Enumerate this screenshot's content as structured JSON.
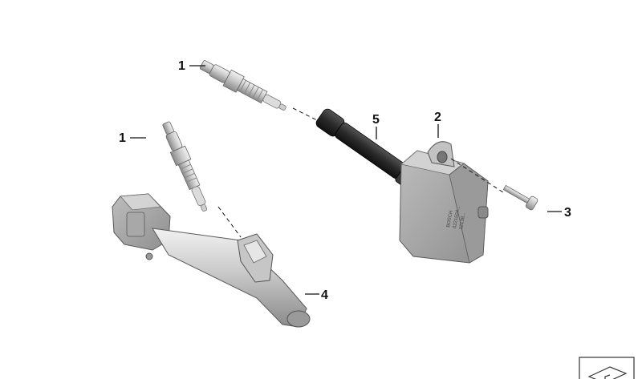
{
  "callouts": {
    "plug_upper": "1",
    "plug_lower": "1",
    "coil": "2",
    "bolt": "3",
    "coil_lower": "4",
    "boot": "5"
  },
  "coil_label": {
    "line1": "BOSCH",
    "line2": "0221504...",
    "line3": "12138..."
  },
  "colors": {
    "metal_light": "#e2e2e2",
    "metal_mid": "#b8b8b8",
    "metal_dark": "#7a7a7a",
    "rubber": "#2a2a2a"
  }
}
